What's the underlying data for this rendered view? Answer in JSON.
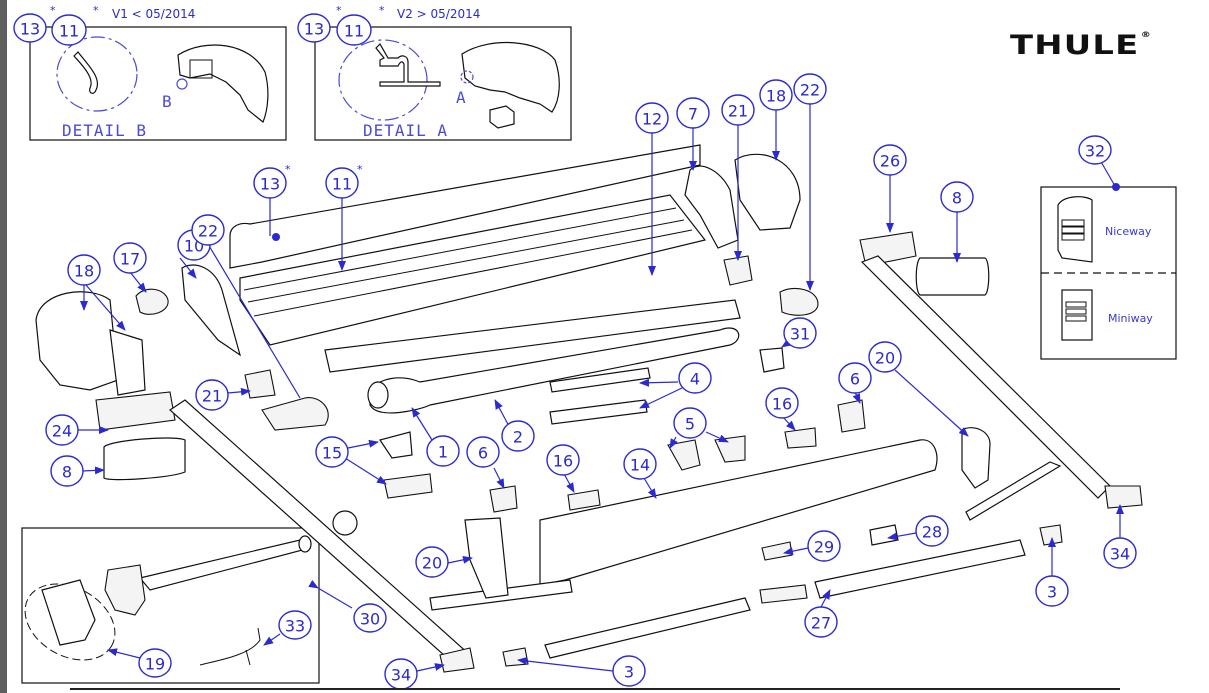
{
  "brand": {
    "logo_text": "THULE",
    "logo_mark": "®"
  },
  "variants": [
    {
      "id": "v1",
      "note_star": "*",
      "header": "V1 < 05/2014",
      "callouts": [
        "13",
        "11"
      ],
      "detail_label": "DETAIL B",
      "detail_marker": "B"
    },
    {
      "id": "v2",
      "note_star": "*",
      "header": "V2 > 05/2014",
      "callouts": [
        "13",
        "11"
      ],
      "detail_label": "DETAIL A",
      "detail_marker": "A"
    }
  ],
  "remotes": {
    "callout": "32",
    "items": [
      {
        "label": "Niceway"
      },
      {
        "label": "Miniway"
      }
    ]
  },
  "motor_kit": {
    "callouts": [
      "30",
      "19",
      "33"
    ]
  },
  "parts_callouts": [
    {
      "num": "13",
      "star": "*"
    },
    {
      "num": "11",
      "star": "*"
    },
    {
      "num": "12",
      "star": ""
    },
    {
      "num": "7",
      "star": ""
    },
    {
      "num": "21",
      "star": ""
    },
    {
      "num": "18",
      "star": ""
    },
    {
      "num": "22",
      "star": ""
    },
    {
      "num": "26",
      "star": ""
    },
    {
      "num": "8",
      "star": ""
    },
    {
      "num": "18",
      "star": ""
    },
    {
      "num": "17",
      "star": ""
    },
    {
      "num": "10",
      "star": ""
    },
    {
      "num": "22",
      "star": ""
    },
    {
      "num": "21",
      "star": ""
    },
    {
      "num": "24",
      "star": ""
    },
    {
      "num": "8",
      "star": ""
    },
    {
      "num": "31",
      "star": ""
    },
    {
      "num": "4",
      "star": ""
    },
    {
      "num": "6",
      "star": ""
    },
    {
      "num": "20",
      "star": ""
    },
    {
      "num": "15",
      "star": ""
    },
    {
      "num": "1",
      "star": ""
    },
    {
      "num": "2",
      "star": ""
    },
    {
      "num": "6",
      "star": ""
    },
    {
      "num": "16",
      "star": ""
    },
    {
      "num": "5",
      "star": ""
    },
    {
      "num": "16",
      "star": ""
    },
    {
      "num": "14",
      "star": ""
    },
    {
      "num": "20",
      "star": ""
    },
    {
      "num": "29",
      "star": ""
    },
    {
      "num": "28",
      "star": ""
    },
    {
      "num": "34",
      "star": ""
    },
    {
      "num": "3",
      "star": ""
    },
    {
      "num": "27",
      "star": ""
    },
    {
      "num": "34",
      "star": ""
    },
    {
      "num": "3",
      "star": ""
    }
  ],
  "colors": {
    "callout": "#2a2ad0",
    "line": "#111111",
    "sidebar": "#5f5f5f"
  }
}
